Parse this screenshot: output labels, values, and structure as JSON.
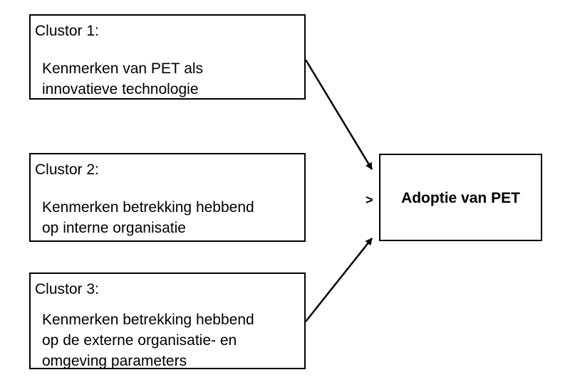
{
  "clusters": [
    {
      "label": "Clustor 1:",
      "lines": [
        "Kenmerken van PET als",
        "innovatieve technologie"
      ]
    },
    {
      "label": "Clustor 2:",
      "lines": [
        "Kenmerken betrekking hebbend",
        "op interne organisatie"
      ]
    },
    {
      "label": "Clustor 3:",
      "lines": [
        "Kenmerken betrekking hebbend",
        "op de externe organisatie- en",
        "omgeving parameters"
      ]
    }
  ],
  "target": {
    "label": "Adoptie van PET",
    "prefix": ">"
  }
}
